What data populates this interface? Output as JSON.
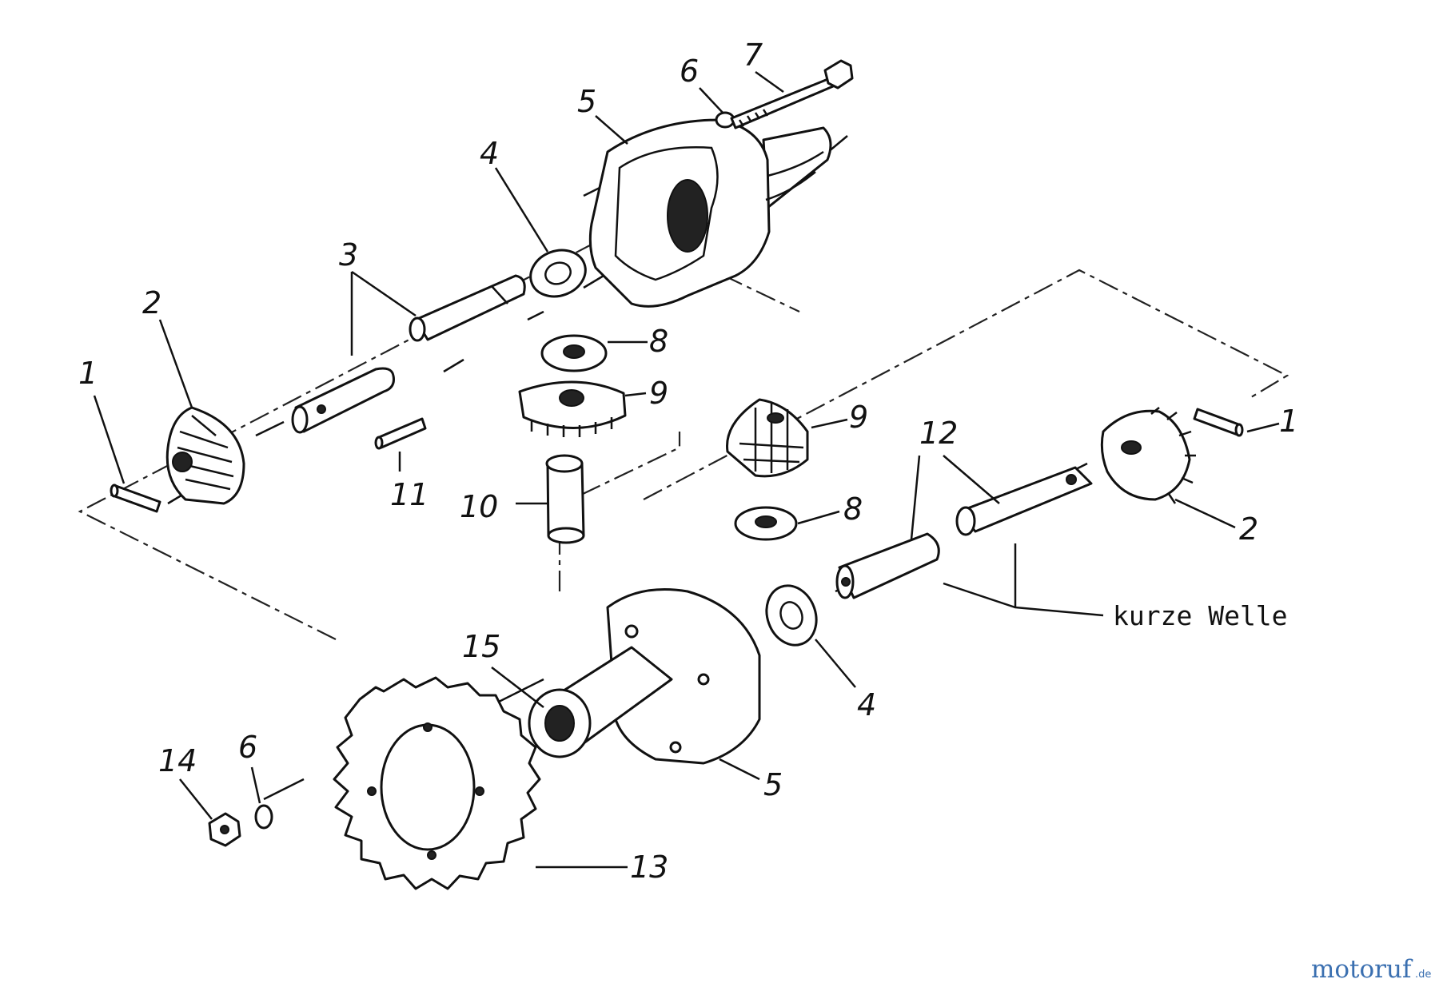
{
  "callouts": {
    "c1a": "1",
    "c1b": "1",
    "c2a": "2",
    "c2b": "2",
    "c3": "3",
    "c4a": "4",
    "c4b": "4",
    "c5a": "5",
    "c5b": "5",
    "c6a": "6",
    "c6b": "6",
    "c7": "7",
    "c8a": "8",
    "c8b": "8",
    "c9a": "9",
    "c9b": "9",
    "c10": "10",
    "c11": "11",
    "c12": "12",
    "c13": "13",
    "c14": "14",
    "c15": "15"
  },
  "note": "kurze Welle",
  "watermark": {
    "main": "motoruf",
    "suffix": ".de"
  }
}
